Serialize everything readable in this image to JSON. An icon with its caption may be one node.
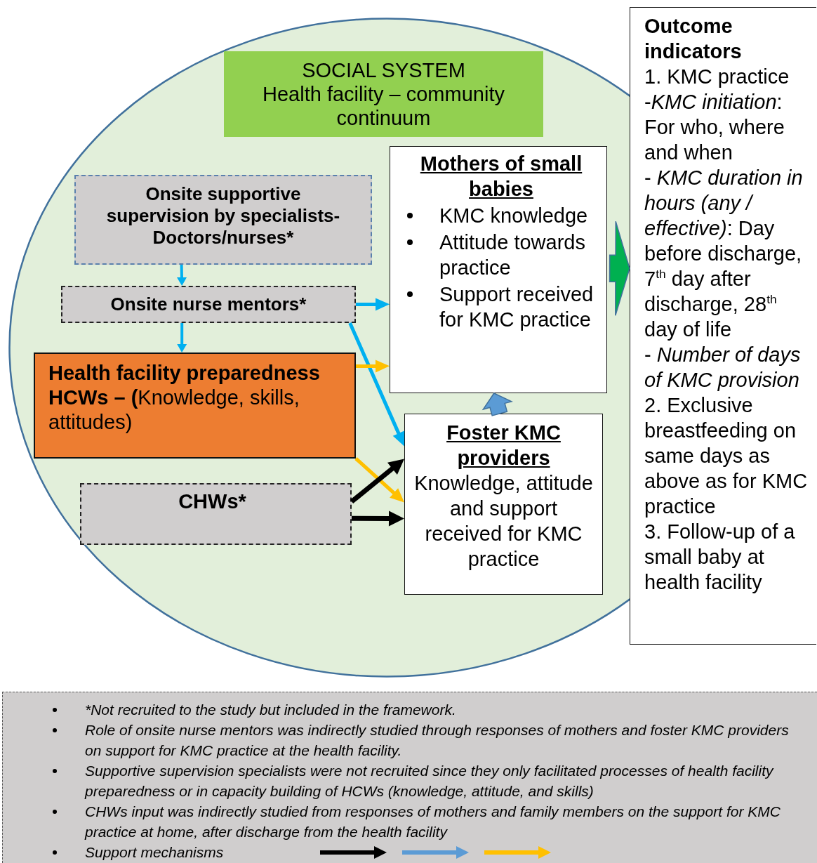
{
  "diagram": {
    "nodes": [
      {
        "text": [],
        "shape": "ellipse"
      },
      {
        "text": [
          "SOCIAL SYSTEM",
          "Health facility – community continuum"
        ],
        "in": 0
      },
      {
        "text": [
          "Onsite supportive supervision by specialists-Doctors/nurses*"
        ],
        "in": 0
      },
      {
        "text": [
          "Onsite nurse mentors*"
        ],
        "in": 0
      },
      {
        "text": [
          "**Health facility preparedness HCWs – (**Knowledge, skills, attitudes)"
        ],
        "in": 0
      },
      {
        "text": [
          "CHWs*"
        ],
        "in": 0
      },
      {
        "text": [
          "Mothers of small babies",
          "KMC knowledge",
          "Attitude towards practice",
          "Support received for KMC practice"
        ],
        "in": 0
      },
      {
        "text": [
          "Foster KMC providers",
          "Knowledge, attitude and support received for KMC practice"
        ],
        "in": 0
      },
      {
        "text": [
          "Outcome indicators",
          "1. KMC practice",
          "-*KMC initiation*: For who, where and when",
          "- *KMC duration in hours (any / effective)*: Day before discharge, 7$^{th}$ day after discharge, 28$^{th}$ day of life",
          "- *Number of days of KMC provision*",
          "2. Exclusive breastfeeding on same days as above as for KMC practice",
          "3. Follow-up of a small baby at health facility"
        ]
      }
    ],
    "edges": [
      {
        "from": 2,
        "to": 3,
        "arrow": "to"
      },
      {
        "from": 3,
        "to": 4,
        "arrow": "to"
      },
      {
        "from": 3,
        "to": 6,
        "arrow": "to"
      },
      {
        "from": 3,
        "to": 7,
        "arrow": "to"
      },
      {
        "from": 4,
        "to": 6,
        "arrow": "to",
        "color": "#ffc000"
      },
      {
        "from": 4,
        "to": 7,
        "arrow": "to",
        "color": "#ffc000"
      },
      {
        "from": 5,
        "to": 7,
        "arrow": "to",
        "color": "#000000"
      },
      {
        "from": 5,
        "to": 7,
        "arrow": "to",
        "color": "#000000"
      },
      {
        "from": 7,
        "to": 6,
        "arrow": "to",
        "style": "thick",
        "color": "#5b9bd5"
      },
      {
        "from": 0,
        "to": 8,
        "arrow": "to",
        "style": "thick",
        "color": "#00b050"
      }
    ],
    "labels": [
      "*Not recruited to the study but included in the framework.",
      "Role of onsite nurse mentors was indirectly studied through responses of mothers and foster KMC providers on support for KMC practice at the health facility.",
      "Supportive supervision specialists were not recruited since they only facilitated processes of health facility preparedness or in capacity building of HCWs (knowledge, attitude, and skills)",
      "CHWs input was indirectly studied from responses of mothers and family members on the support for KMC practice at home, after discharge from the health facility"
    ],
    "legend": [
      {
        "text": "Support mechanisms"
      }
    ]
  }
}
